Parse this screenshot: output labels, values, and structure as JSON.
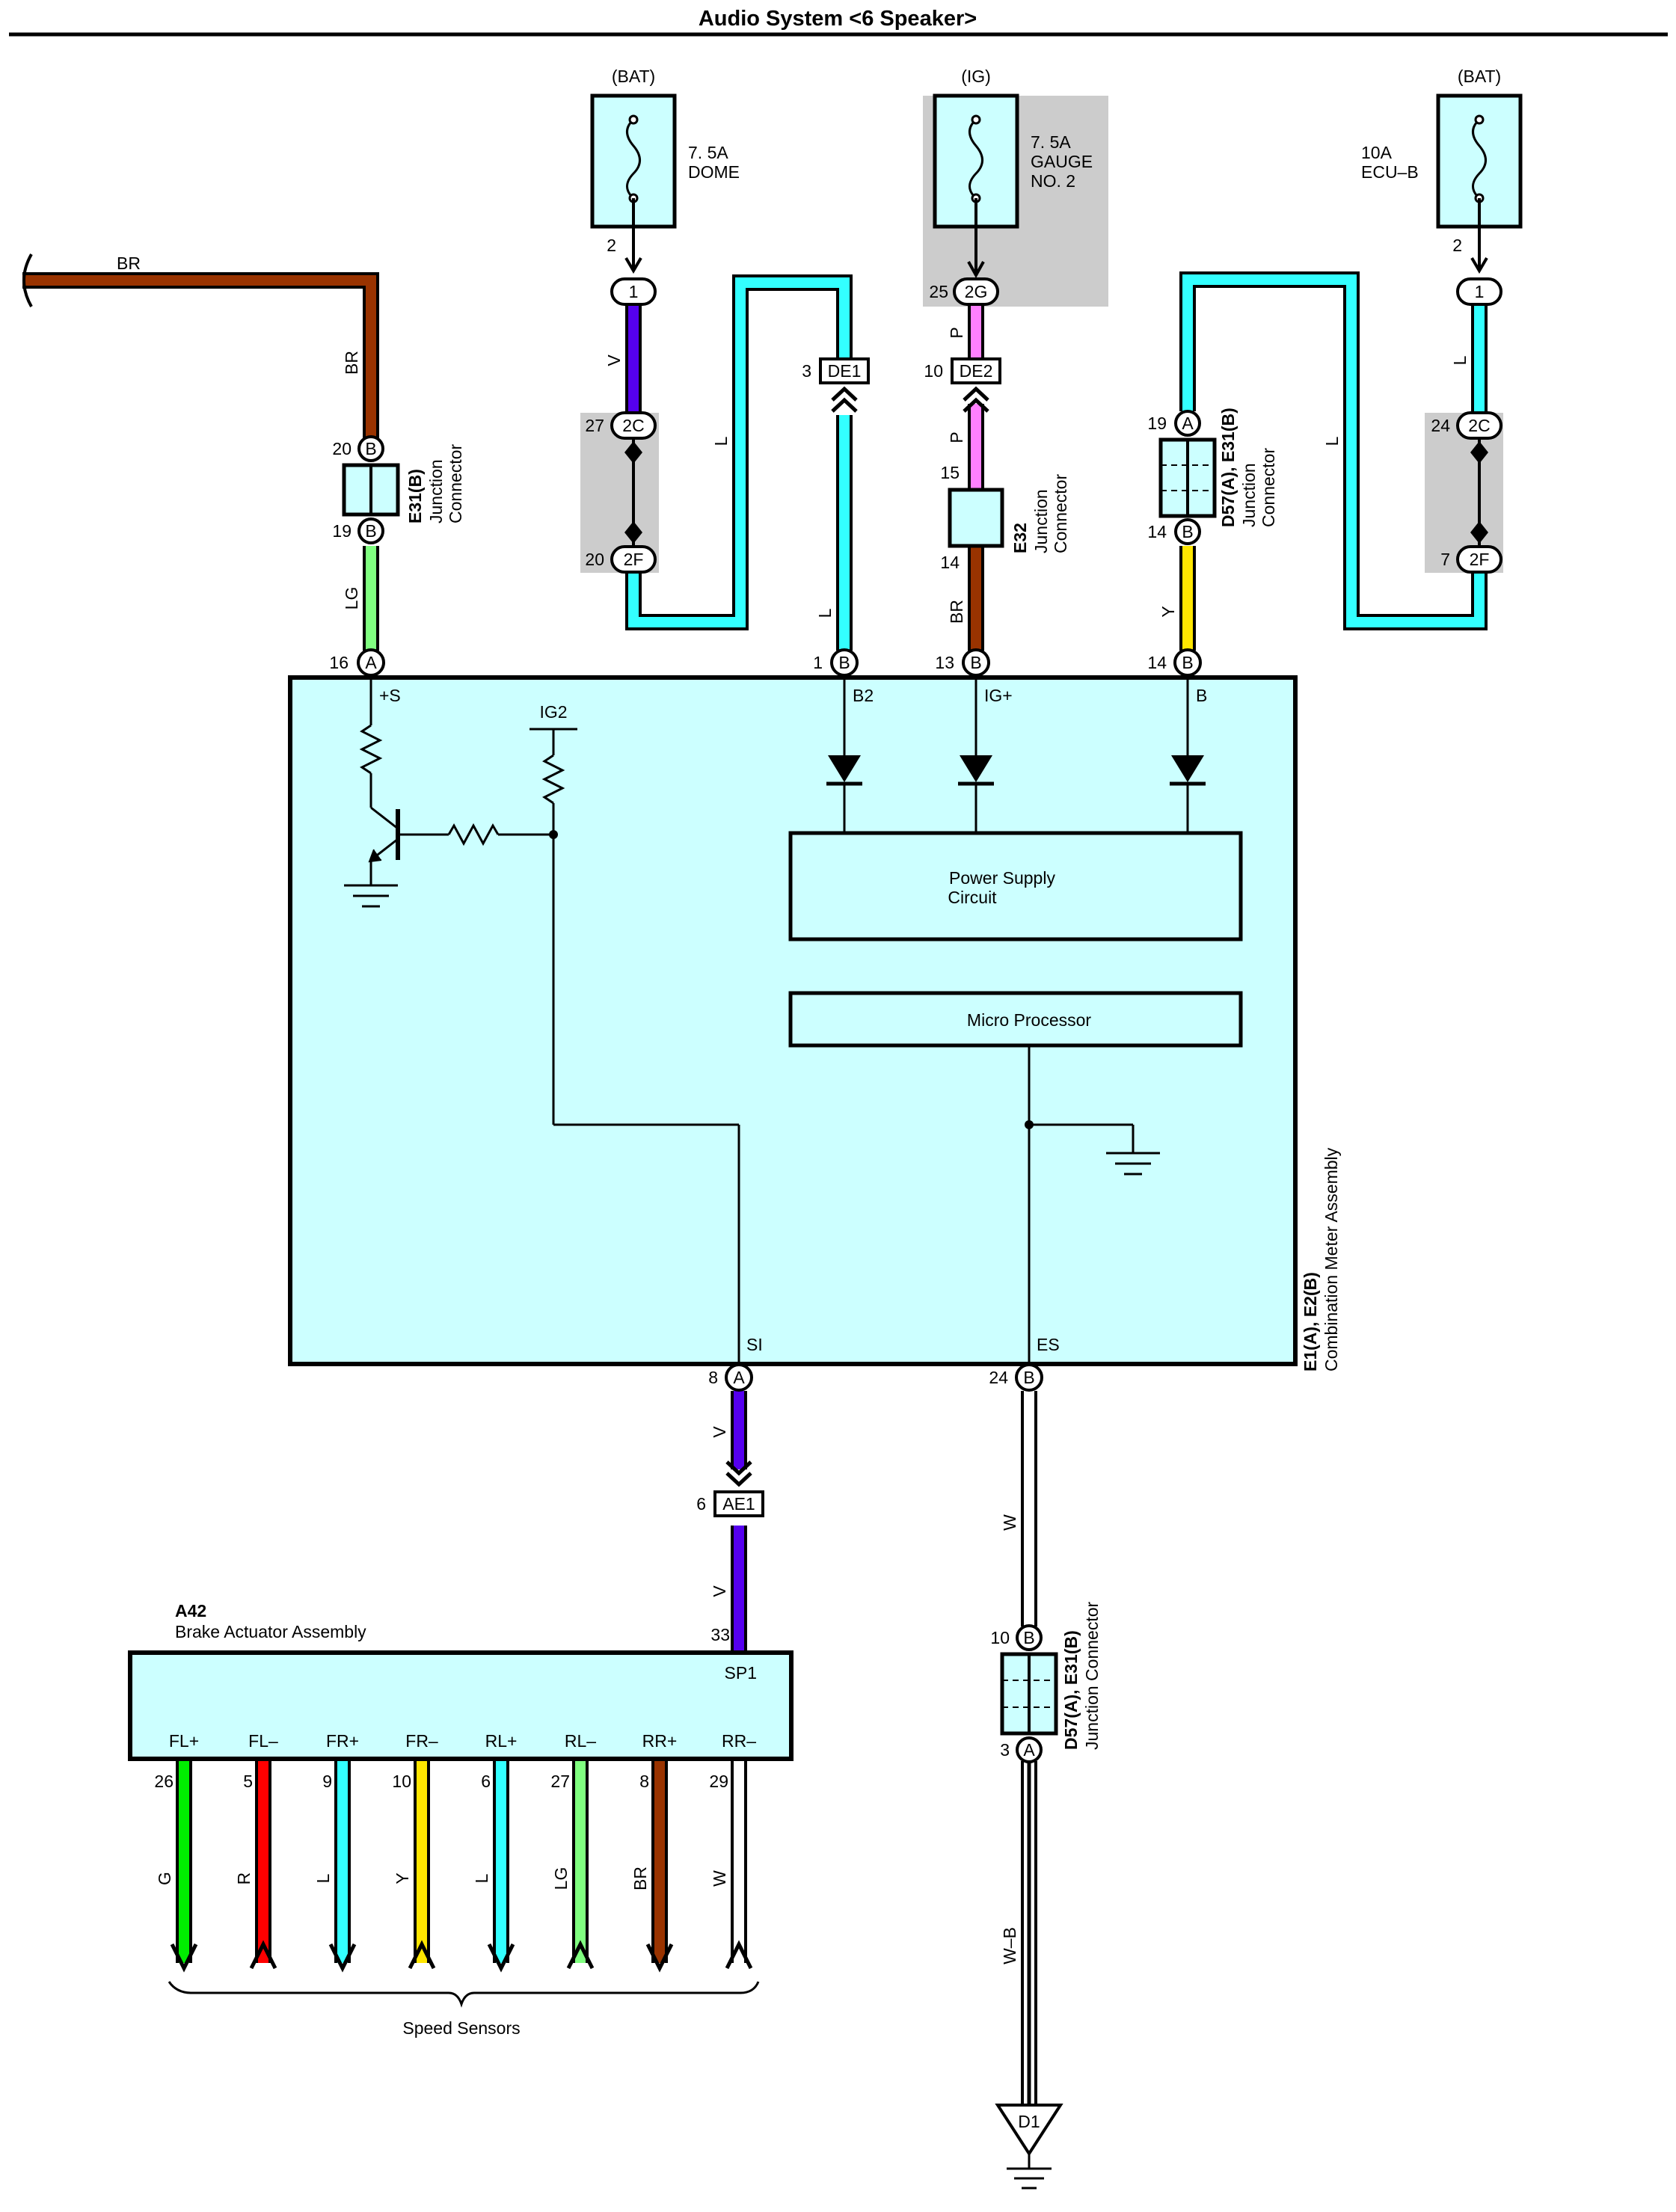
{
  "title": "Audio System <6 Speaker>",
  "colors": {
    "BR": "#993300",
    "LG": "#80ff80",
    "L": "#33ffff",
    "V": "#5500ee",
    "P": "#ff80ff",
    "Y": "#ffe600",
    "G": "#00ee00",
    "R": "#ff0000",
    "W": "#ffffff",
    "WB": "#ffffff",
    "component_fill": "#ccffff",
    "shade": "#cccccc"
  },
  "fuses": {
    "dome": {
      "source": "(BAT)",
      "rating": "7. 5A",
      "name": "DOME",
      "pin": "2"
    },
    "gauge": {
      "source": "(IG)",
      "rating": "7. 5A",
      "name": "GAUGE",
      "name2": "NO. 2",
      "pin": "25"
    },
    "ecub": {
      "source": "(BAT)",
      "rating": "10A",
      "name": "ECU–B",
      "pin": "2"
    }
  },
  "wire_labels": {
    "br_top": "BR",
    "br_vert": "BR",
    "lg": "LG",
    "v_dome": "V",
    "l_dome": "L",
    "l_de1": "L",
    "p_top": "P",
    "p_mid": "P",
    "br_e32": "BR",
    "y": "Y",
    "l_ecu": "L",
    "l_ecu2": "L",
    "v_si": "V",
    "v_si2": "V",
    "w": "W",
    "wb": "W–B"
  },
  "connectors": {
    "dome_top": "1",
    "ecub_top": "1",
    "gauge_2g": "2G",
    "c2c_left": "2C",
    "c2f_left": "2F",
    "pin27": "27",
    "pin20": "20",
    "c2c_right": "2C",
    "c2f_right": "2F",
    "pin24": "24",
    "pin7": "7",
    "de1": "DE1",
    "de1_pin": "3",
    "de2": "DE2",
    "de2_pin": "10",
    "ae1": "AE1",
    "ae1_pin": "6"
  },
  "junction_left": {
    "pin_top": "20",
    "pin_bot": "19",
    "letter_top": "B",
    "letter_bot": "B",
    "id": "E31(B)",
    "line1": "Junction",
    "line2": "Connector"
  },
  "junction_e32": {
    "pin_top": "15",
    "pin_bot": "14",
    "id": "E32",
    "line1": "Junction",
    "line2": "Connector"
  },
  "junction_right": {
    "pin_top": "19",
    "pin_bot": "14",
    "letter_top": "A",
    "letter_bot": "B",
    "id": "D57(A), E31(B)",
    "line1": "Junction",
    "line2": "Connector"
  },
  "junction_bottom": {
    "pin_top": "10",
    "pin_bot": "3",
    "letter_top": "B",
    "letter_bot": "A",
    "id": "D57(A), E31(B)",
    "line1": "Junction Connector"
  },
  "meter": {
    "id": "E1(A), E2(B)",
    "name": "Combination Meter Assembly",
    "pins": [
      {
        "num": "16",
        "letter": "A",
        "term": "+S"
      },
      {
        "num": "1",
        "letter": "B",
        "term": "B2"
      },
      {
        "num": "13",
        "letter": "B",
        "term": "IG+"
      },
      {
        "num": "14",
        "letter": "B",
        "term": "B"
      },
      {
        "num": "8",
        "letter": "A",
        "term": "SI"
      },
      {
        "num": "24",
        "letter": "B",
        "term": "ES"
      }
    ],
    "ig2": "IG2",
    "power_supply_1": "Power Supply",
    "power_supply_2": "Circuit",
    "micro": "Micro Processor"
  },
  "brake": {
    "id": "A42",
    "name": "Brake Actuator Assembly",
    "pin": "33",
    "term": "SP1",
    "terminals": [
      {
        "label": "FL+",
        "pin": "26",
        "wire": "G"
      },
      {
        "label": "FL–",
        "pin": "5",
        "wire": "R"
      },
      {
        "label": "FR+",
        "pin": "9",
        "wire": "L"
      },
      {
        "label": "FR–",
        "pin": "10",
        "wire": "Y"
      },
      {
        "label": "RL+",
        "pin": "6",
        "wire": "L"
      },
      {
        "label": "RL–",
        "pin": "27",
        "wire": "LG"
      },
      {
        "label": "RR+",
        "pin": "8",
        "wire": "BR"
      },
      {
        "label": "RR–",
        "pin": "29",
        "wire": "W"
      }
    ],
    "sensors": "Speed Sensors"
  },
  "ground": {
    "id": "D1"
  }
}
